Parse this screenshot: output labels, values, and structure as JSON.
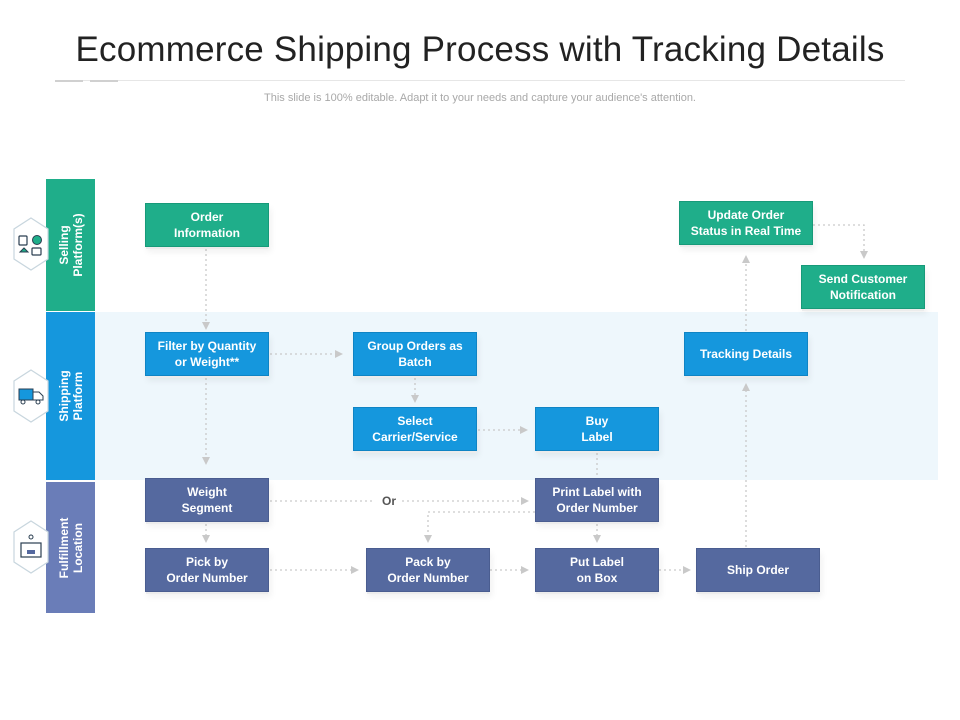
{
  "title": "Ecommerce Shipping Process with Tracking Details",
  "subtitle": "This slide is 100% editable. Adapt it to your needs and capture your audience's attention.",
  "lanes": {
    "selling": "Selling\nPlatform(s)",
    "shipping": "Shipping\nPlatform",
    "fulfillment": "Fulfillment\nLocation"
  },
  "steps": {
    "order_information": "Order\nInformation",
    "update_order_status": "Update Order\nStatus in Real Time",
    "send_customer_notification": "Send Customer\nNotification",
    "filter_by_quantity": "Filter by Quantity\nor Weight**",
    "group_orders": "Group Orders as\nBatch",
    "tracking_details": "Tracking Details",
    "select_carrier": "Select\nCarrier/Service",
    "buy_label": "Buy\nLabel",
    "weight_segment": "Weight\nSegment",
    "print_label": "Print Label with\nOrder Number",
    "pick_by_order": "Pick by\nOrder Number",
    "pack_by_order": "Pack by\nOrder Number",
    "put_label": "Put Label\non Box",
    "ship_order": "Ship Order"
  },
  "or_label": "Or",
  "colors": {
    "selling": "#1fae8a",
    "shipping": "#1597dd",
    "fulfillment": "#6a7db8",
    "band": "#eef7fc",
    "connector": "#c9c9c9"
  },
  "icons": [
    "shopping-icons",
    "shipping-truck-icon",
    "package-box-icon"
  ]
}
